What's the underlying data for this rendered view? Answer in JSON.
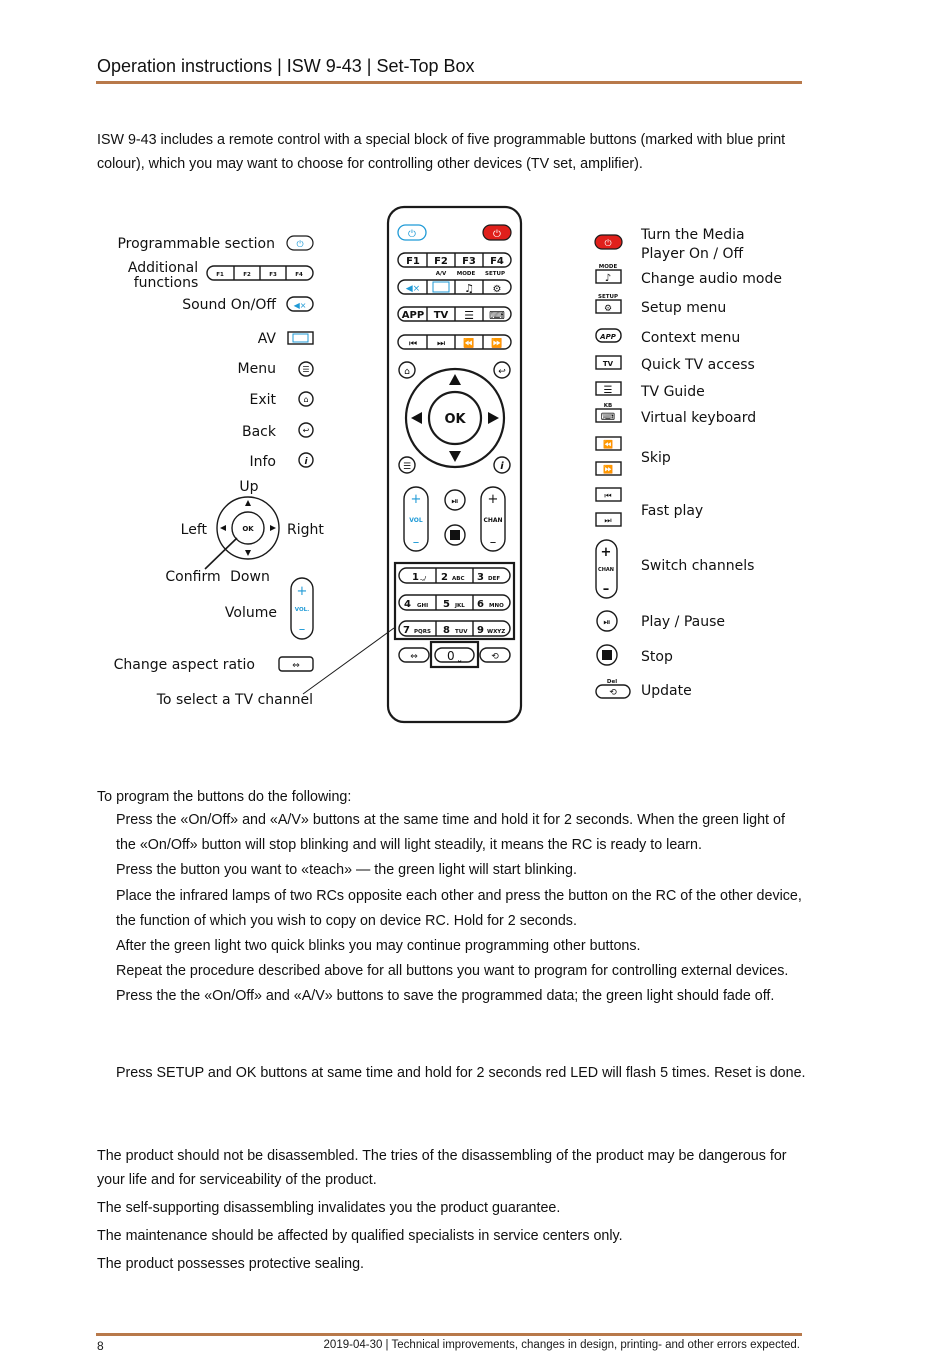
{
  "header": {
    "title": "Operation instructions | ISW 9-43 | Set-Top Box"
  },
  "intro": {
    "line1": "ISW 9-43  includes a remote control with a special block of five programmable buttons (marked with blue print",
    "line2": "colour), which you may want to choose for controlling other devices (TV set, amplifier)."
  },
  "remote": {
    "f1": "F1",
    "f2": "F2",
    "f3": "F3",
    "f4": "F4",
    "av_small": "A/V",
    "mode_small": "MODE",
    "setup_small": "SETUP",
    "app": "APP",
    "tv": "TV",
    "ok": "OK",
    "vol": "VOL",
    "chan": "CHAN",
    "key1": "1",
    "key1s": ".,/",
    "key2": "2",
    "key2s": "ABC",
    "key3": "3",
    "key3s": "DEF",
    "key4": "4",
    "key4s": "GHI",
    "key5": "5",
    "key5s": "JKL",
    "key6": "6",
    "key6s": "MNO",
    "key7": "7",
    "key7s": "PQRS",
    "key8": "8",
    "key8s": "TUV",
    "key9": "9",
    "key9s": "WXYZ",
    "key0": "0"
  },
  "left_labels": {
    "programmable": "Programmable section",
    "additional1": "Additional",
    "additional2": "functions",
    "f1": "F1",
    "f2": "F2",
    "f3": "F3",
    "f4": "F4",
    "sound": "Sound On/Off",
    "av": "AV",
    "menu": "Menu",
    "exit": "Exit",
    "back": "Back",
    "info": "Info",
    "up": "Up",
    "left": "Left",
    "right": "Right",
    "ok": "OK",
    "confirm": "Confirm",
    "down": "Down",
    "volume": "Volume",
    "vol": "VOL.",
    "aspect": "Change aspect ratio",
    "select_channel": "To select a TV channel"
  },
  "right_labels": {
    "power1": "Turn the Media",
    "power2": "Player On / Off",
    "mode_small": "MODE",
    "audio": "Change audio mode",
    "setup_small": "SETUP",
    "setup": "Setup menu",
    "app": "APP",
    "context": "Context menu",
    "tv": "TV",
    "quick_tv": "Quick TV access",
    "guide": "TV Guide",
    "kb_small": "KB",
    "keyboard": "Virtual keyboard",
    "skip": "Skip",
    "fast": "Fast play",
    "chan": "CHAN",
    "switch": "Switch channels",
    "play": "Play / Pause",
    "stop": "Stop",
    "del_small": "Del",
    "update": "Update"
  },
  "program": {
    "intro": "To program the buttons do the following:",
    "steps": [
      "Press the «On/Off» and «A/V» buttons at the same time and hold it for 2 seconds. When the green light of",
      "the «On/Off» button will stop blinking and will light steadily, it means the RC is ready to learn.",
      "Press the button you want to «teach» — the green light will start blinking.",
      "Place the infrared lamps of two RCs opposite each other and press the button on the RC of the other device,",
      "the function of which you wish to copy on device RC. Hold for 2 seconds.",
      "After the green light two quick blinks you may continue programming other buttons.",
      "Repeat the procedure described above for all buttons you want to program for controlling external devices.",
      "Press the the «On/Off» and «A/V» buttons to save the programmed data; the green light should fade off."
    ]
  },
  "reset": {
    "text": "Press SETUP and OK buttons at same time and hold for 2 seconds red LED will flash 5 times. Reset is done."
  },
  "safety": {
    "line1": "The product should not be disassembled. The tries of the disassembling of the product may be dangerous for",
    "line2": "your life and for serviceability of the product.",
    "line3": "The self-supporting disassembling invalidates you the product guarantee.",
    "line4": "The maintenance should be affected by qualified specialists in service centers only.",
    "line5": "The product possesses protective sealing."
  },
  "footer": {
    "page": "8",
    "note": "2019-04-30 | Technical improvements, changes in design, printing- and other errors expected."
  },
  "colors": {
    "rule": "#b8794a",
    "blue": "#1f9ad6",
    "red": "#e0201b"
  }
}
